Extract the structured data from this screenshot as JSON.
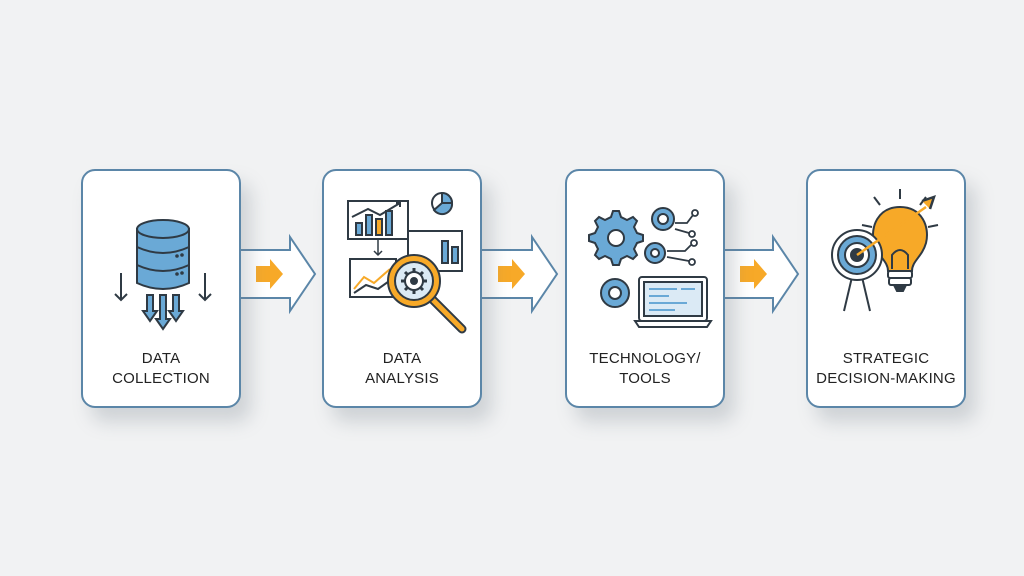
{
  "colors": {
    "background": "#f1f2f3",
    "card_border": "#5b86a8",
    "icon_blue": "#6aa9d6",
    "icon_orange": "#f7a928",
    "outline": "#2f3a44"
  },
  "steps": [
    {
      "icon": "database-icon",
      "line1": "DATA",
      "line2": "COLLECTION"
    },
    {
      "icon": "magnifier-chart-icon",
      "line1": "DATA",
      "line2": "ANALYSIS"
    },
    {
      "icon": "gears-laptop-icon",
      "line1": "TECHNOLOGY/",
      "line2": "TOOLS"
    },
    {
      "icon": "lightbulb-target-icon",
      "line1": "STRATEGIC",
      "line2": "DECISION-MAKING"
    }
  ],
  "connectors": [
    {
      "icon": "arrow-right-icon"
    },
    {
      "icon": "arrow-right-icon"
    },
    {
      "icon": "arrow-right-icon"
    }
  ]
}
